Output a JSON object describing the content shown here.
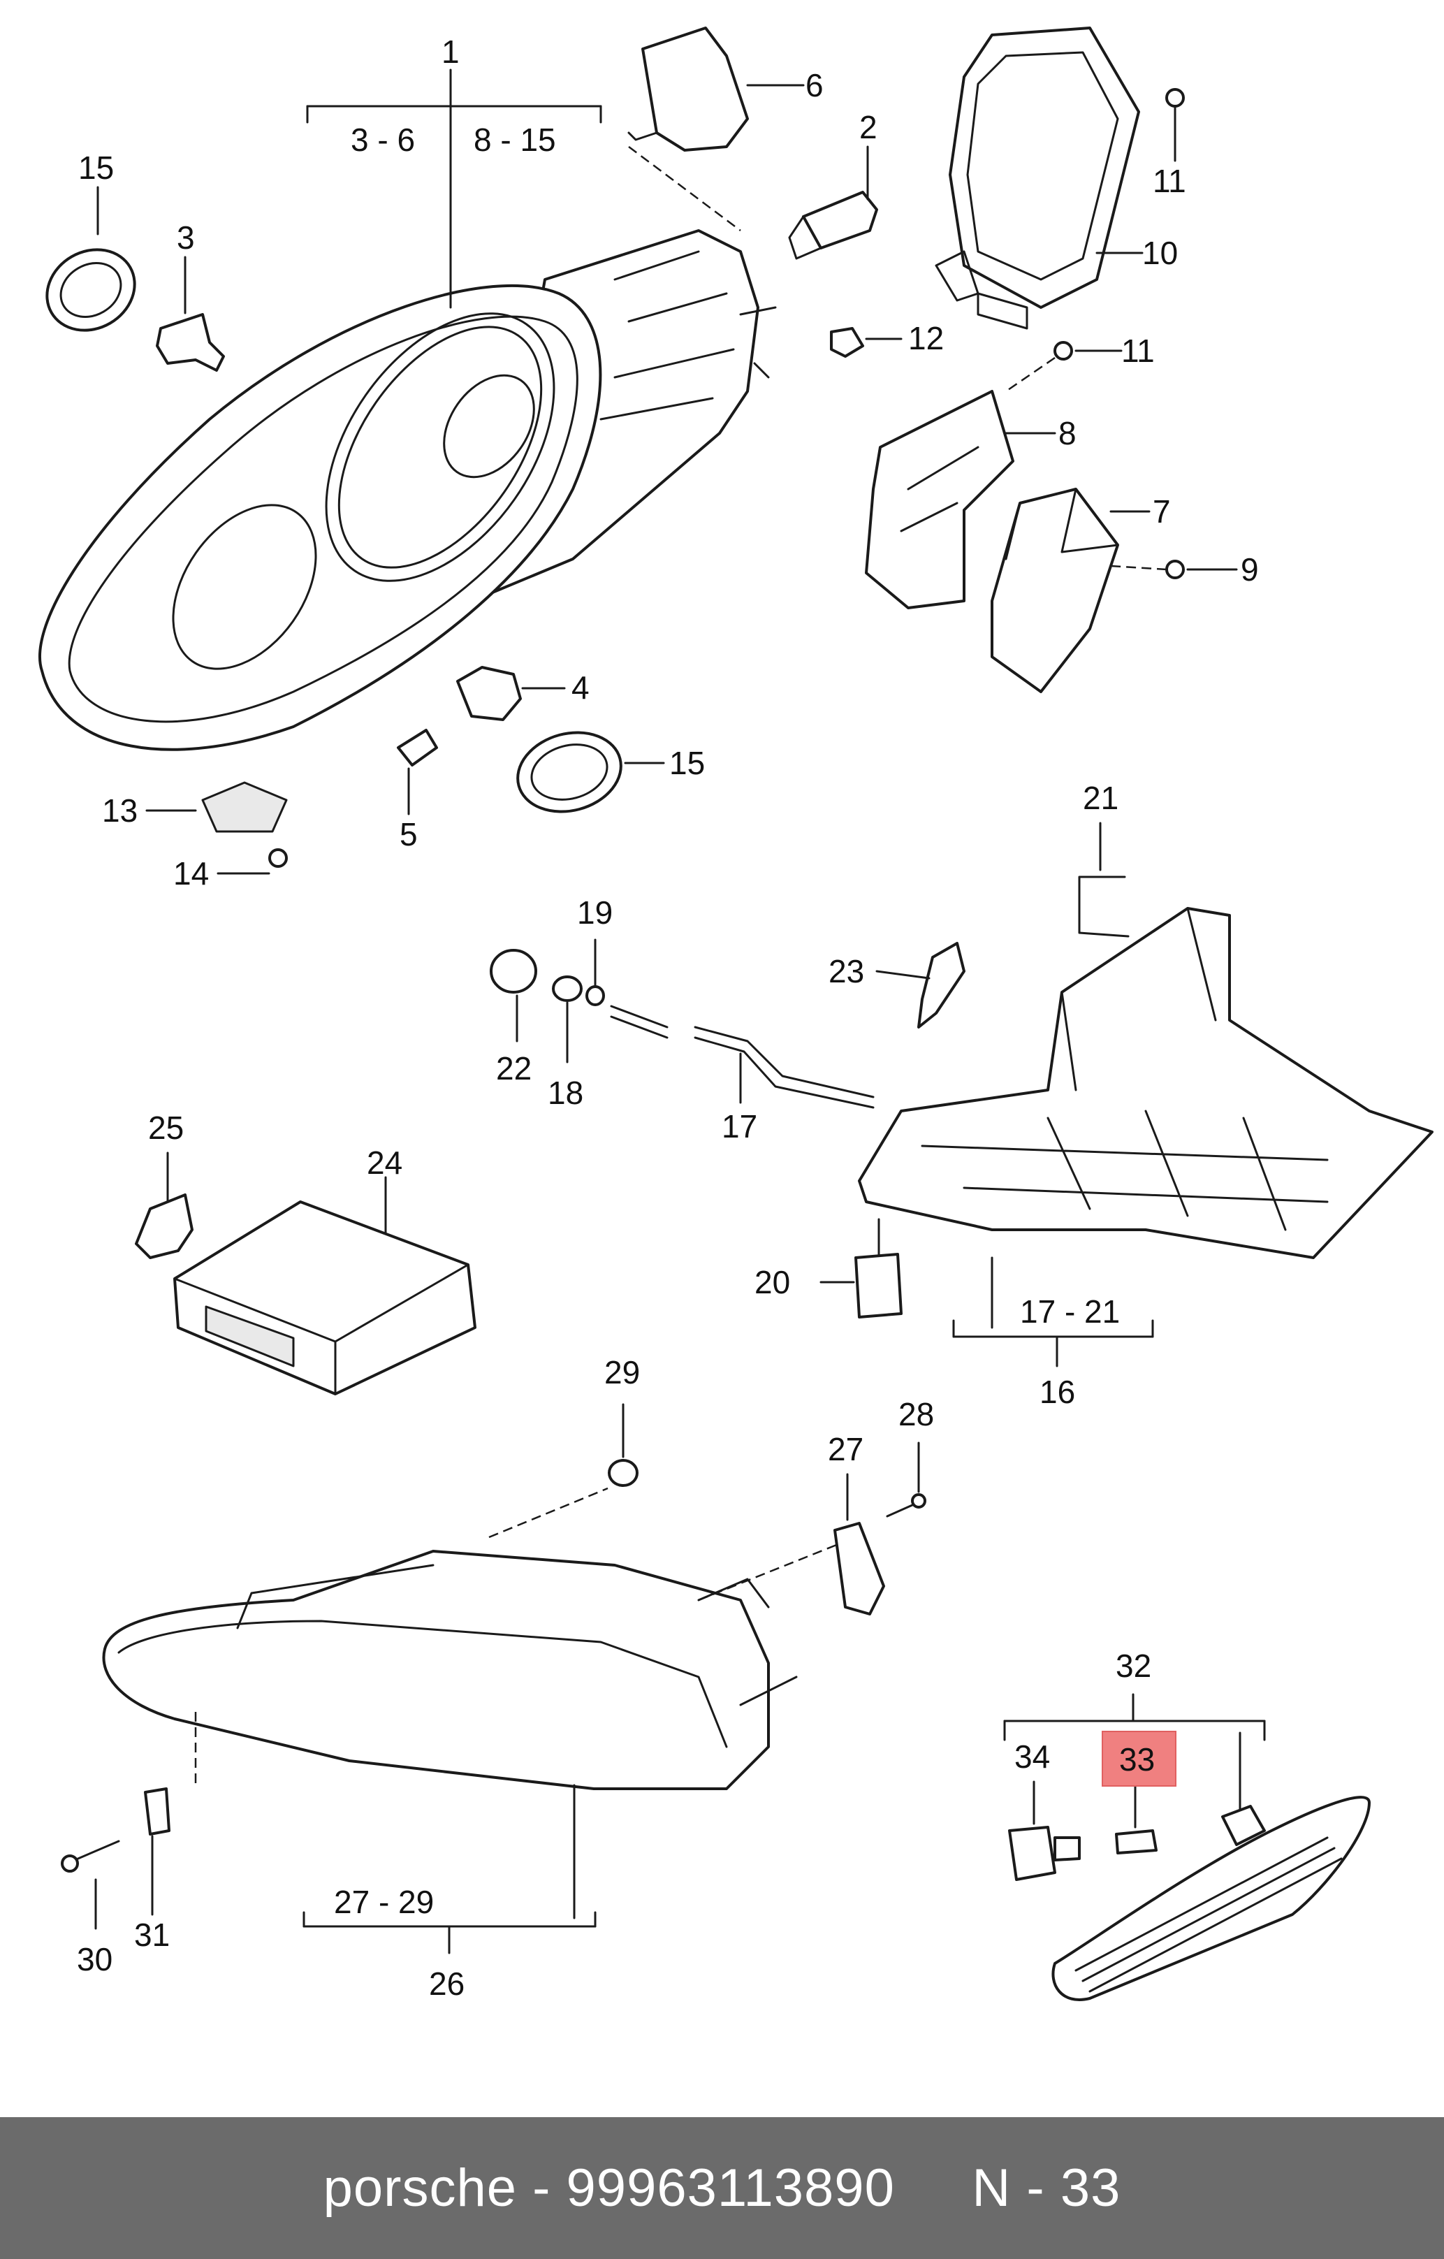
{
  "labels": {
    "l1": "1",
    "l1a": "3 - 6",
    "l1b": "8 - 15",
    "l2": "2",
    "l3": "3",
    "l4": "4",
    "l5": "5",
    "l6": "6",
    "l7": "7",
    "l8": "8",
    "l9": "9",
    "l10": "10",
    "l11a": "11",
    "l11b": "11",
    "l12": "12",
    "l13": "13",
    "l14": "14",
    "l15a": "15",
    "l15b": "15",
    "l16": "16",
    "l16a": "17 - 21",
    "l17": "17",
    "l18": "18",
    "l19": "19",
    "l20": "20",
    "l21": "21",
    "l22": "22",
    "l23": "23",
    "l24": "24",
    "l25": "25",
    "l26": "26",
    "l26a": "27 - 29",
    "l27": "27",
    "l28": "28",
    "l29": "29",
    "l30": "30",
    "l31": "31",
    "l32": "32",
    "l33": "33",
    "l34": "34"
  },
  "highlight": {
    "label": "33",
    "color": "#f08080"
  },
  "footer": {
    "text": "porsche - 99963113890     N - 33",
    "background": "#6b6b6b"
  }
}
